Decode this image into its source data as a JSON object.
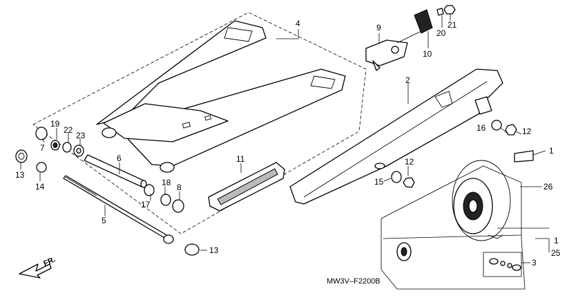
{
  "diagram_code": "MW3V–F2200B",
  "direction_label": "FR.",
  "callouts": {
    "c1a": "1",
    "c1b": "1",
    "c2": "2",
    "c3": "3",
    "c4": "4",
    "c5": "5",
    "c6": "6",
    "c7": "7",
    "c8": "8",
    "c9": "9",
    "c10": "10",
    "c11": "11",
    "c12a": "12",
    "c12b": "12",
    "c13a": "13",
    "c13b": "13",
    "c14": "14",
    "c15": "15",
    "c16": "16",
    "c17": "17",
    "c18": "18",
    "c19": "19",
    "c20": "20",
    "c21": "21",
    "c22": "22",
    "c23": "23",
    "c25": "25",
    "c26": "26"
  }
}
